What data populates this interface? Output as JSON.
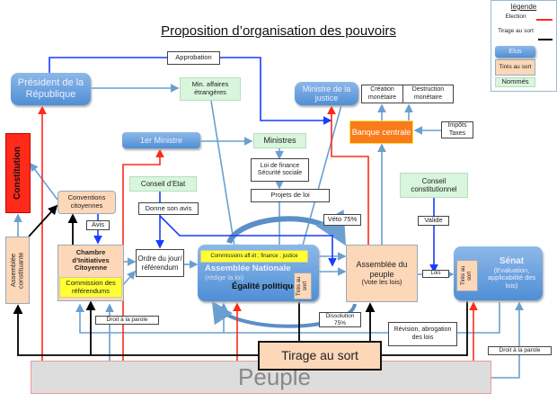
{
  "title": "Proposition d’organisation des pouvoirs",
  "legend": {
    "title": "légende",
    "election": "Election",
    "tirage": "Tirage au sort",
    "elus": "Elus",
    "tires": "Tirés au sort",
    "nommes": "Nommés",
    "colors": {
      "election": "#ff2a1a",
      "tirage": "#000000",
      "elus": "#5b97d9",
      "tires": "#fcd7b8",
      "nommes": "#d8f6dc"
    }
  },
  "nodes": {
    "approbation": "Approbation",
    "president": "Président de la République",
    "min_affaires": "Min. affaires étrangères",
    "ministre_justice": "Ministre de la justice",
    "creation": "Création monétaire",
    "destruction": "Destruction monétaire",
    "banque": "Banque centrale",
    "impots": "Impôts Taxes",
    "constitution": "Constitution",
    "premier_ministre": "1er Ministre",
    "ministres": "Ministres",
    "loi_finance": "Loi de finance Sécurité sociale",
    "conseil_etat": "Conseil d’Etat",
    "conventions": "Conventions citoyennes",
    "projets": "Projets de loi",
    "conseil_constit": "Conseil constitutionnel",
    "donne_avis": "Donne son avis",
    "veto": "Véto 75%",
    "avis": "Avis",
    "valide": "Valide",
    "constituante": "Assemblée constituante",
    "chambre": "Chambre d’Initiatives Citoyenne",
    "commission_ref": "Commission des référendums",
    "ordre": "Ordre du jour/ référendum",
    "commissions": "Commissions aff.ét ; finance ; justice",
    "an": "Assemblée Nationale",
    "an_sub": "(rédige la loi)",
    "egalite": "Égalité politique",
    "an_tires": "Tirés au sort",
    "ap": "Assemblée du peuple",
    "ap_sub": "(Vote les lois)",
    "lois": "Lois",
    "senat": "Sénat",
    "senat_sub": "(Evaluation, applicabilité des lois)",
    "senat_tires": "Tirés au sort",
    "droit1": "Droit à la parole",
    "dissolution": "Dissolution 75%",
    "revision": "Révision, abrogation des lois",
    "tirage": "Tirage au sort",
    "droit2": "Droit à la parole",
    "peuple": "Peuple"
  }
}
